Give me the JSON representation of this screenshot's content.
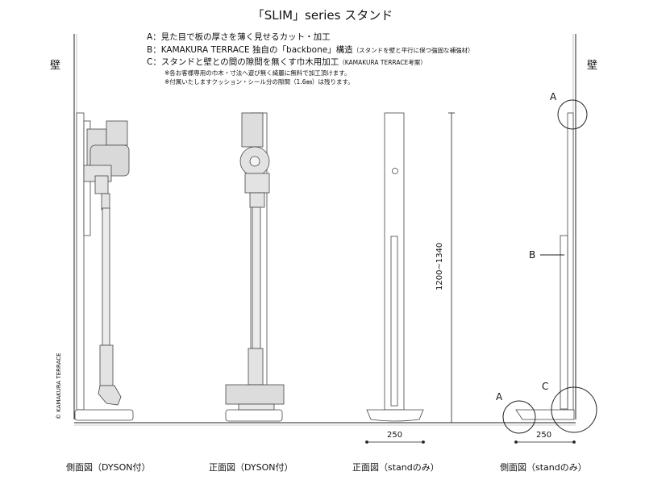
{
  "title": "「SLIM」series スタンド",
  "notes": {
    "a": "A：見た目で板の厚さを薄く見せるカット・加工",
    "b": "B：KAMAKURA TERRACE 独自の「backbone」構造",
    "b_small": "（スタンドを壁と平行に保つ強固な補強材）",
    "c": "C：スタンドと壁との間の隙間を無くす巾木用加工",
    "c_small": "（KAMAKURA TERRACE考案）",
    "sub1": "※各お客様専用の巾木・寸法へ遊び無く綺麗に無料で加工頂けます。",
    "sub2": "※付属いたしますクッション・シール分の隙間（1.6㎜）は残ります。"
  },
  "wall_left": "壁",
  "wall_right": "壁",
  "copyright": "© KAMAKURA TERRACE",
  "dimension_height": "1200~1340",
  "dimension_width_front": "250",
  "dimension_width_side": "250",
  "callouts": {
    "a_top": "A",
    "b": "B",
    "a_bottom": "A",
    "c": "C"
  },
  "captions": {
    "side_dyson": "側面図（DYSON付）",
    "front_dyson": "正面図（DYSON付）",
    "front_stand": "正面図（standのみ）",
    "side_stand": "側面図（standのみ）"
  }
}
